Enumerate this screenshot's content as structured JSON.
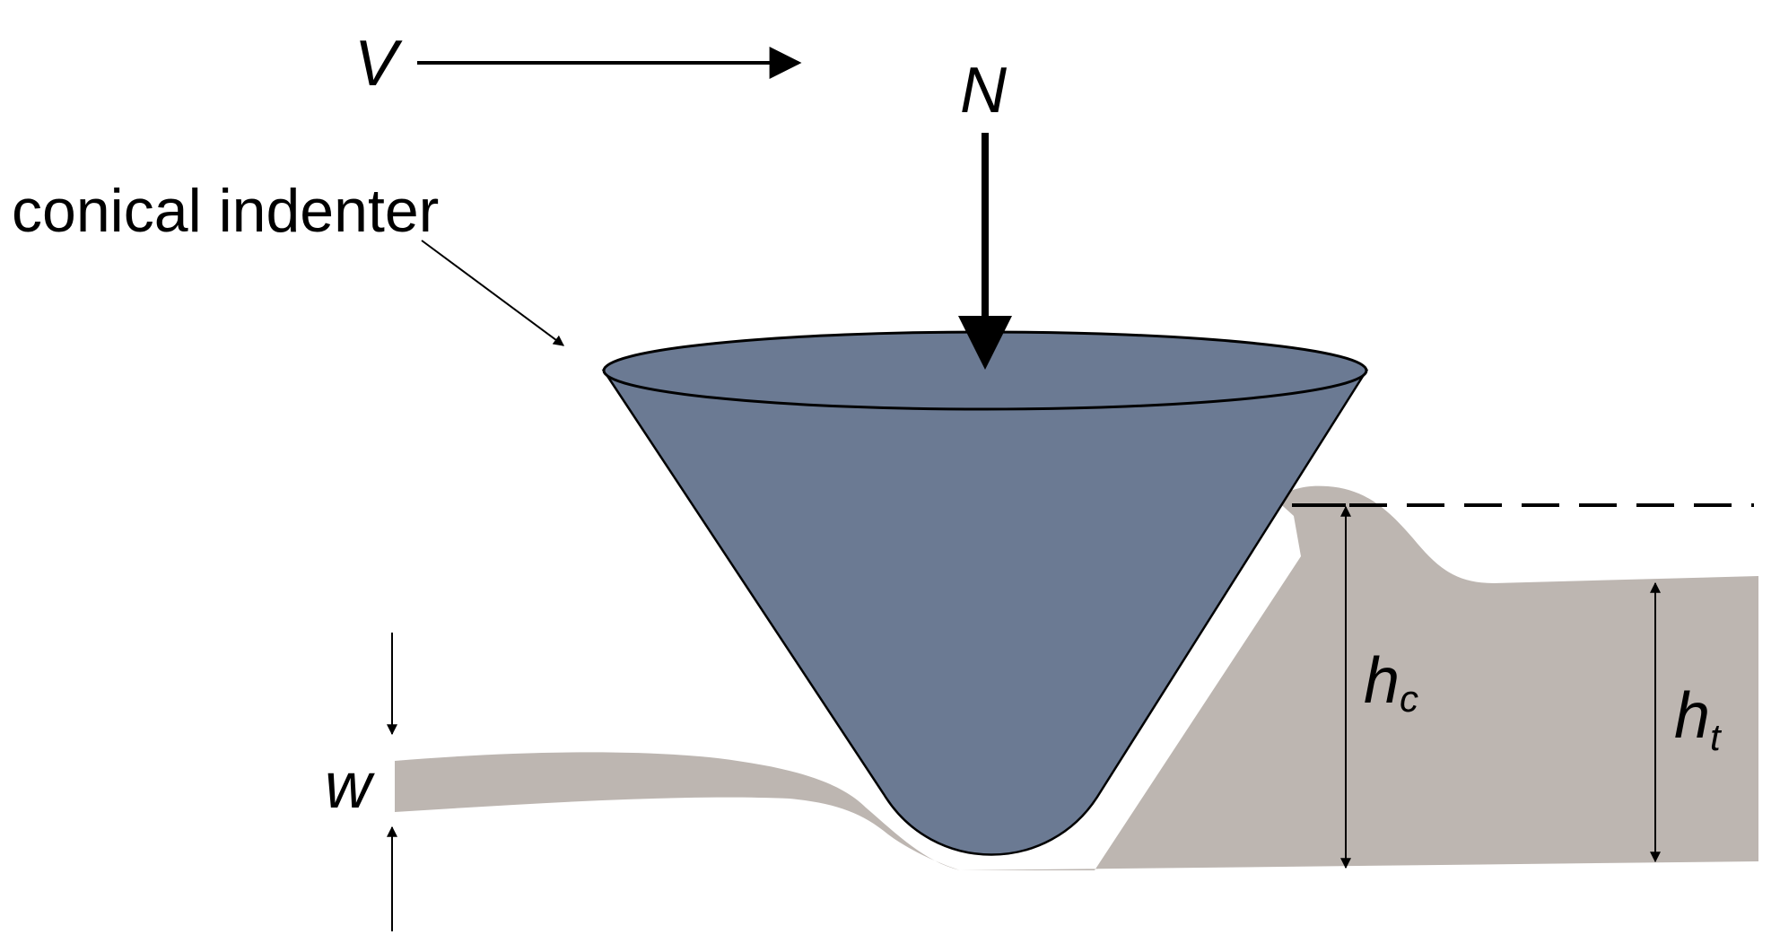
{
  "diagram": {
    "labels": {
      "velocity": "V",
      "normal_force": "N",
      "indenter": "conical indenter",
      "wear": "w",
      "h_main": "h",
      "h_c_sub": "c",
      "h_t_sub": "t"
    },
    "colors": {
      "indenter_fill": "#6b7a93",
      "material_fill": "#bdb6b1",
      "stroke": "#000000",
      "background": "#ffffff"
    }
  }
}
